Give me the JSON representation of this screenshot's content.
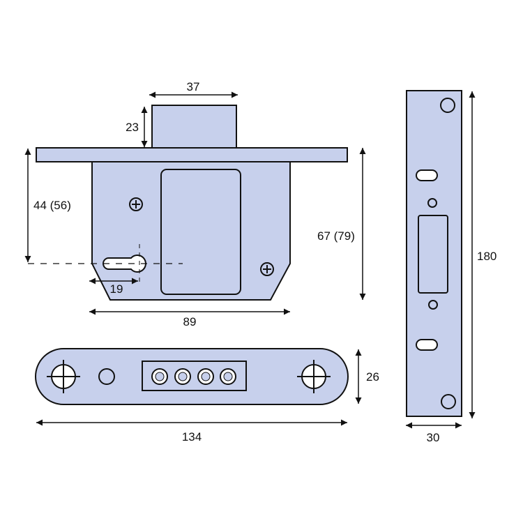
{
  "colors": {
    "part_fill": "#c7d0ec",
    "outline": "#111111",
    "background": "#ffffff"
  },
  "dimensions": {
    "bolt_width": "37",
    "bolt_projection": "23",
    "backset": "44 (56)",
    "case_height": "67 (79)",
    "keyhole_offset": "19",
    "case_width": "89",
    "faceplate_length": "134",
    "faceplate_width": "26",
    "strike_length": "180",
    "strike_width": "30"
  }
}
